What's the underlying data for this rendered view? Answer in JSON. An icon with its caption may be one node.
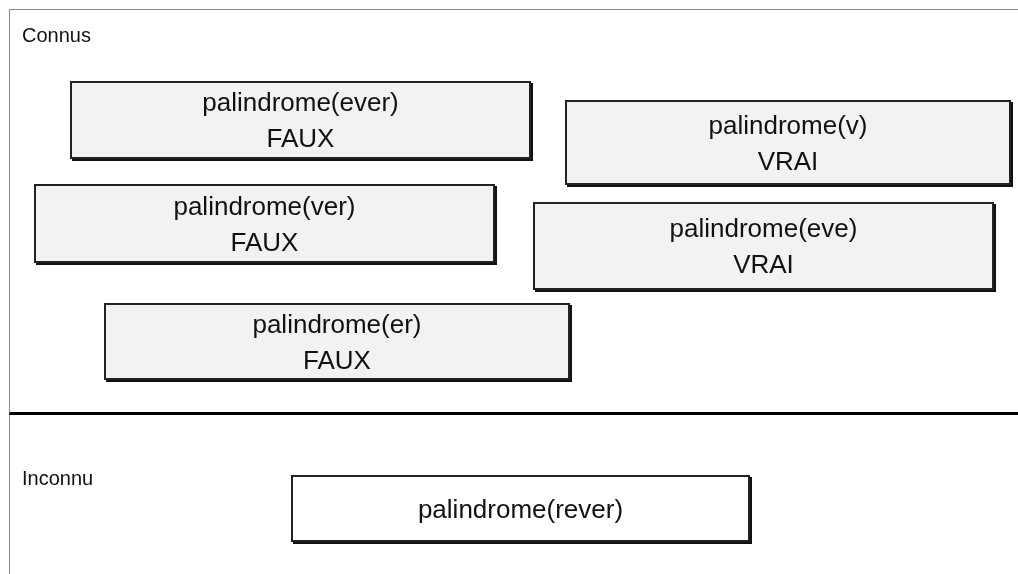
{
  "diagram": {
    "nodes": [
      {
        "text": [
          "Connus"
        ]
      },
      {
        "text": [
          "palindrome(ever)",
          "FAUX"
        ],
        "in": 0
      },
      {
        "text": [
          "palindrome(v)",
          "VRAI"
        ],
        "in": 0
      },
      {
        "text": [
          "palindrome(ver)",
          "FAUX"
        ],
        "in": 0
      },
      {
        "text": [
          "palindrome(eve)",
          "VRAI"
        ],
        "in": 0
      },
      {
        "text": [
          "palindrome(er)",
          "FAUX"
        ],
        "in": 0
      },
      {
        "text": [
          "Inconnu"
        ]
      },
      {
        "text": [
          "palindrome(rever)"
        ],
        "in": 6
      }
    ],
    "edges": []
  }
}
